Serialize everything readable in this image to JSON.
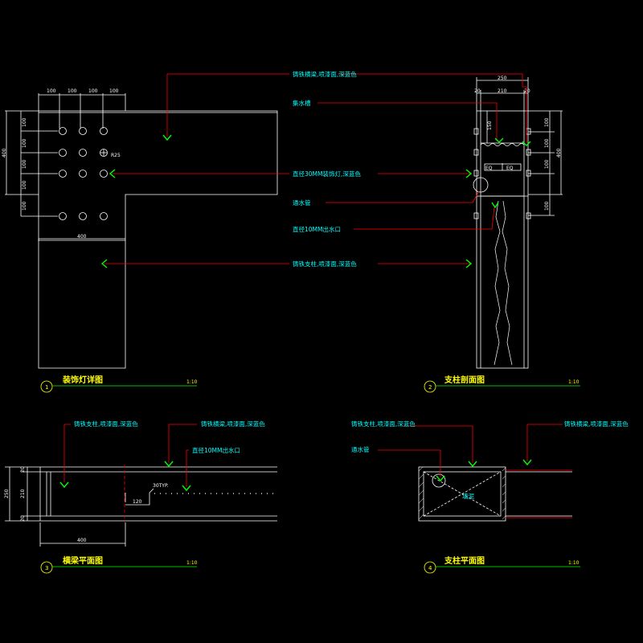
{
  "drawing": {
    "views": [
      {
        "number": "1",
        "title": "装饰灯详图",
        "scale": "1:10"
      },
      {
        "number": "2",
        "title": "支柱剖面图",
        "scale": "1:10"
      },
      {
        "number": "3",
        "title": "横梁平面图",
        "scale": "1:10"
      },
      {
        "number": "4",
        "title": "支柱平面图",
        "scale": "1:10"
      }
    ],
    "notes": {
      "beam_top": "铸铁横梁,喷漆面,深蓝色",
      "drain_channel": "集水槽",
      "lamp": "直径30MM装饰灯,深蓝色",
      "drain_pipe": "通水管",
      "outlet": "直径10MM出水口",
      "column": "铸铁支柱,喷漆面,深蓝色",
      "v3_column": "铸铁支柱,喷漆面,深蓝色",
      "v3_beam": "铸铁横梁,喷漆面,深蓝色",
      "v3_outlet": "直径10MM出水口",
      "v4_column": "铸铁支柱,喷漆面,深蓝色",
      "v4_pipe": "通水管",
      "v4_beam": "铸铁横梁,喷漆面,深蓝色",
      "v4_fill": "填泥"
    },
    "dims": {
      "v1_top": [
        "100",
        "100",
        "100",
        "100"
      ],
      "v1_left": [
        "100",
        "100",
        "100",
        "100"
      ],
      "v1_left_extra": "100",
      "v1_total": "400",
      "v1_bottom": "400",
      "v1_radius": "R25",
      "v2_total": "250",
      "v2_parts": [
        "20",
        "210",
        "20"
      ],
      "v2_height": "150",
      "v2_eq": [
        "EQ",
        "EQ"
      ],
      "v2_right": [
        "100",
        "100",
        "100",
        "100"
      ],
      "v2_right_total": "400",
      "v3_left": [
        "20",
        "210",
        "20"
      ],
      "v3_total": "250",
      "v3_spacing": "30TYP.",
      "v3_offset": "120",
      "v3_bottom": "400"
    }
  }
}
